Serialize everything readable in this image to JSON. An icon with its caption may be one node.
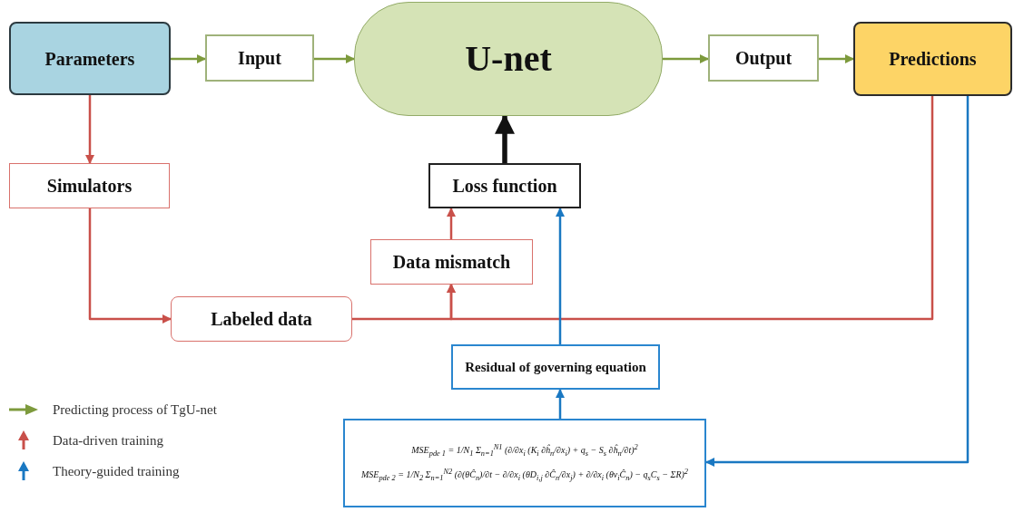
{
  "diagram": {
    "nodes": [
      {
        "text": [
          "Parameters"
        ]
      },
      {
        "text": [
          "Input"
        ]
      },
      {
        "text": [
          "U-net"
        ]
      },
      {
        "text": [
          "Output"
        ]
      },
      {
        "text": [
          "Predictions"
        ]
      },
      {
        "text": [
          "Simulators"
        ]
      },
      {
        "text": [
          "Loss function"
        ]
      },
      {
        "text": [
          "Data mismatch"
        ]
      },
      {
        "text": [
          "Labeled data"
        ]
      },
      {
        "text": [
          "Residual of governing equation"
        ]
      },
      {
        "text": [
          "MSE$_{pde 1}$ = 1/N$_{1}$ Σ$_{n=1}$$^{N1}$ (∂/∂x$_{i}$ (K$_{i}$ ∂ĥ$_{n}$/∂x$_{i}$) + q$_{s}$ − S$_{s}$ ∂ĥ$_{n}$/∂t)$^{2}$",
          "MSE$_{pde 2}$ = 1/N$_{2}$ Σ$_{n=1}$$^{N2}$ (∂(θĈ$_{n}$)/∂t − ∂/∂x$_{i}$ (θD$_{i,j}$ ∂Ĉ$_{n}$/∂x$_{j}$) + ∂/∂x$_{i}$ (θv$_{i}$Ĉ$_{n}$) − q$_{s}$C$_{s}$ − ΣR)$^{2}$"
        ]
      }
    ],
    "edges": [
      {
        "from": 0,
        "to": 1,
        "arrow": "to",
        "color": "#7d9a3c"
      },
      {
        "from": 1,
        "to": 2,
        "arrow": "to",
        "color": "#7d9a3c"
      },
      {
        "from": 2,
        "to": 3,
        "arrow": "to",
        "color": "#7d9a3c"
      },
      {
        "from": 3,
        "to": 4,
        "arrow": "to",
        "color": "#7d9a3c"
      },
      {
        "from": 0,
        "to": 5,
        "arrow": "to"
      },
      {
        "from": 5,
        "to": 8,
        "arrow": "to"
      },
      {
        "from": 8,
        "to": 7,
        "arrow": "to"
      },
      {
        "from": 4,
        "to": 7,
        "arrow": "to"
      },
      {
        "from": 7,
        "to": 6,
        "arrow": "to"
      },
      {
        "from": 6,
        "to": 2,
        "arrow": "to",
        "style": "thick",
        "color": "#111111"
      },
      {
        "from": 9,
        "to": 6,
        "arrow": "to",
        "color": "#1a78c2"
      },
      {
        "from": 10,
        "to": 9,
        "arrow": "to",
        "color": "#1a78c2"
      },
      {
        "from": 4,
        "to": 10,
        "arrow": "to",
        "color": "#1a78c2"
      }
    ],
    "legend": [
      {
        "text": "Predicting process of TgU-net",
        "color": "#7d9a3c"
      },
      {
        "text": "Data-driven training",
        "color": "#c9504a"
      },
      {
        "text": "Theory-guided training",
        "color": "#1a78c2"
      }
    ]
  }
}
